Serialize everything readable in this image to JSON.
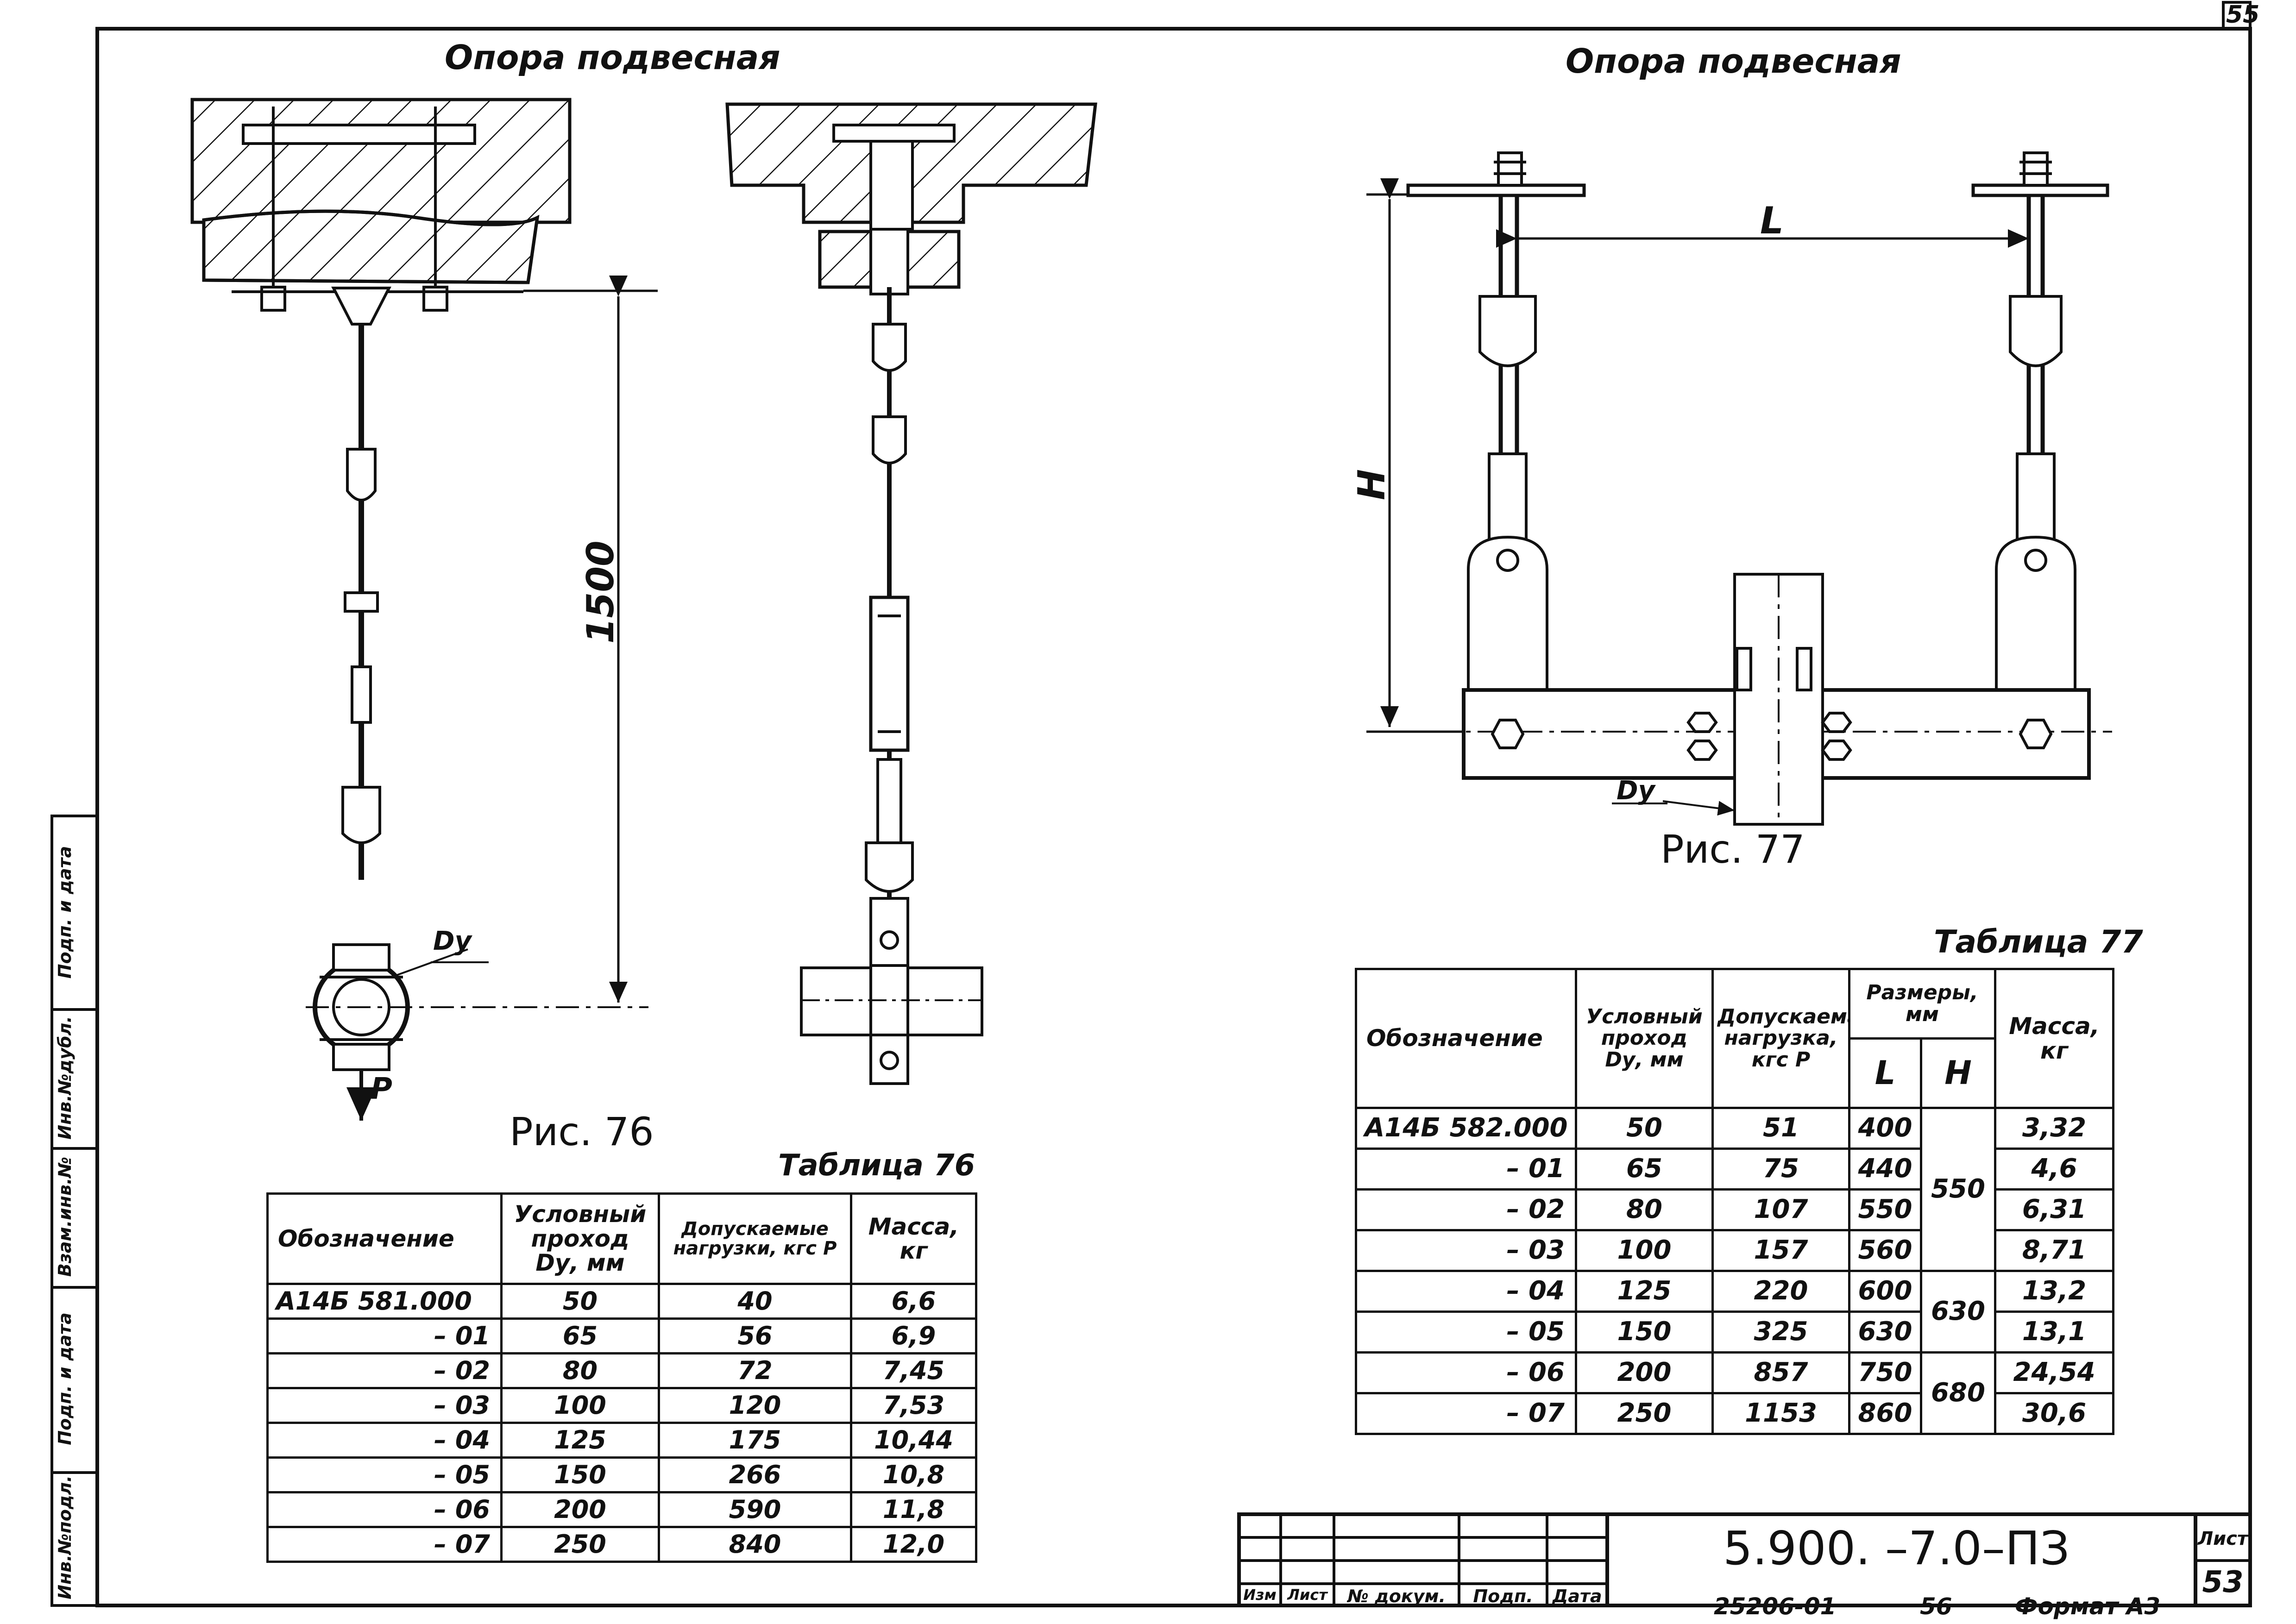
{
  "sheet_corner_number": "55",
  "left_side": {
    "title": "Опора подвесная",
    "dimension_height": "1500",
    "label_dy": "Dу",
    "label_load": "P",
    "figure_caption": "Рис. 76",
    "table_title": "Таблица 76",
    "table": {
      "headers": [
        "Обозначение",
        "Условный проход Dу, мм",
        "Допускаемые нагрузки, кгс P",
        "Масса, кг"
      ],
      "rows": [
        {
          "code": "А14Б 581.000",
          "dn": "50",
          "load": "40",
          "mass": "6,6"
        },
        {
          "code": "– 01",
          "dn": "65",
          "load": "56",
          "mass": "6,9"
        },
        {
          "code": "– 02",
          "dn": "80",
          "load": "72",
          "mass": "7,45"
        },
        {
          "code": "– 03",
          "dn": "100",
          "load": "120",
          "mass": "7,53"
        },
        {
          "code": "– 04",
          "dn": "125",
          "load": "175",
          "mass": "10,44"
        },
        {
          "code": "– 05",
          "dn": "150",
          "load": "266",
          "mass": "10,8"
        },
        {
          "code": "– 06",
          "dn": "200",
          "load": "590",
          "mass": "11,8"
        },
        {
          "code": "– 07",
          "dn": "250",
          "load": "840",
          "mass": "12,0"
        }
      ]
    }
  },
  "right_side": {
    "title": "Опора подвесная",
    "dimension_l": "L",
    "dimension_h": "H",
    "label_dy": "Dу",
    "figure_caption": "Рис. 77",
    "table_title": "Таблица 77",
    "table": {
      "headers": {
        "code": "Обозначение",
        "dn": "Условный проход Dу, мм",
        "load": "Допускаемая нагрузка, кгс P",
        "dims": "Размеры, мм",
        "l": "L",
        "h": "H",
        "mass": "Масса, кг"
      },
      "rows": [
        {
          "code": "А14Б 582.000",
          "dn": "50",
          "load": "51",
          "l": "400",
          "mass": "3,32"
        },
        {
          "code": "– 01",
          "dn": "65",
          "load": "75",
          "l": "440",
          "mass": "4,6"
        },
        {
          "code": "– 02",
          "dn": "80",
          "load": "107",
          "l": "550",
          "mass": "6,31"
        },
        {
          "code": "– 03",
          "dn": "100",
          "load": "157",
          "l": "560",
          "mass": "8,71"
        },
        {
          "code": "– 04",
          "dn": "125",
          "load": "220",
          "l": "600",
          "mass": "13,2"
        },
        {
          "code": "– 05",
          "dn": "150",
          "load": "325",
          "l": "630",
          "mass": "13,1"
        },
        {
          "code": "– 06",
          "dn": "200",
          "load": "857",
          "l": "750",
          "mass": "24,54"
        },
        {
          "code": "– 07",
          "dn": "250",
          "load": "1153",
          "l": "860",
          "mass": "30,6"
        }
      ],
      "h_groups": [
        "550",
        "630",
        "680"
      ]
    }
  },
  "side_stamp": [
    "Инв.№подл.",
    "Подп. и дата",
    "Взам.инв.№",
    "Инв.№дубл.",
    "Подп. и дата"
  ],
  "title_block": {
    "designation": "5.900. –7.0–ПЗ",
    "sheet_label": "Лист",
    "sheet_number": "53",
    "columns": [
      "Изм",
      "Лист",
      "№ докум.",
      "Подп.",
      "Дата"
    ],
    "bottom_code": "25206-01",
    "bottom_page": "56",
    "format": "Формат А3"
  }
}
